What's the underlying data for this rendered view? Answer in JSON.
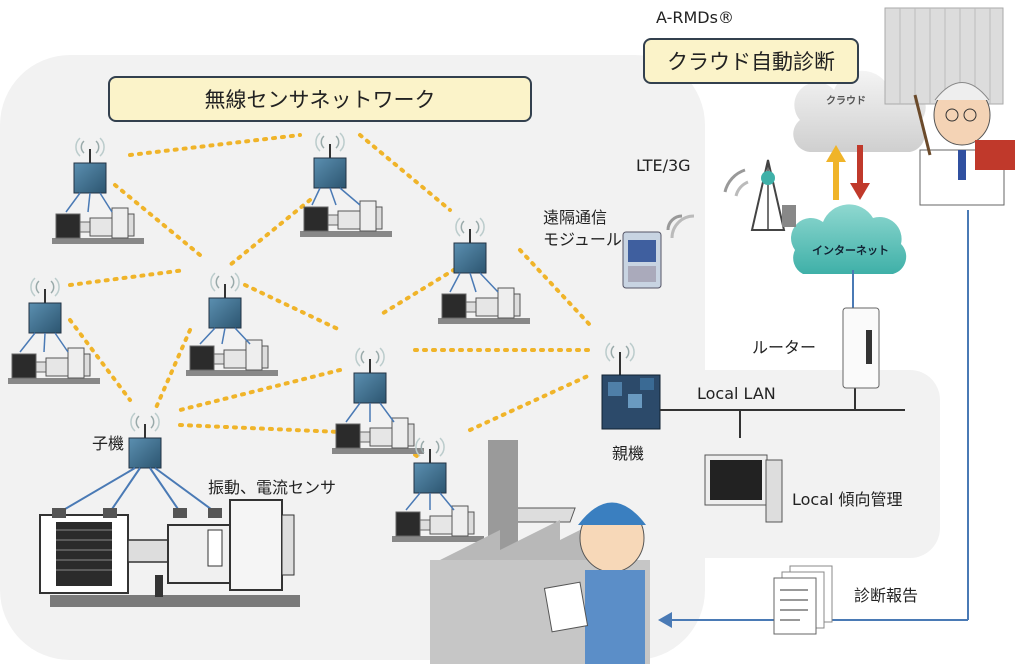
{
  "diagram": {
    "title": "無線センサネットワーク",
    "cloud_title": "クラウド自動診断",
    "brand": "A-RMDs®",
    "cloud_label": "クラウド",
    "internet_label": "インターネット",
    "lte_label": "LTE/3G",
    "remote_module_line1": "遠隔通信",
    "remote_module_line2": "モジュール",
    "router_label": "ルーター",
    "local_lan_label": "Local LAN",
    "parent_label": "親機",
    "child_label": "子機",
    "sensor_label": "振動、電流センサ",
    "local_trend_label": "Local 傾向管理",
    "report_label": "診断報告",
    "colors": {
      "link_dotted": "#f0b429",
      "arrow_up": "#f0b429",
      "arrow_down": "#c0392b",
      "line_blue": "#4a7ab5",
      "node_box": "#3f6f8f"
    }
  }
}
